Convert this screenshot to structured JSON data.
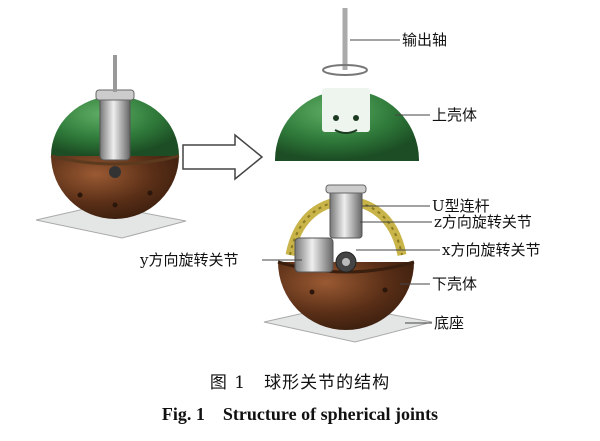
{
  "labels": {
    "output_shaft": "输出轴",
    "upper_shell": "上壳体",
    "u_link": "U型连杆",
    "z_joint": "z方向旋转关节",
    "x_joint": "x方向旋转关节",
    "y_joint": "y方向旋转关节",
    "lower_shell": "下壳体",
    "base": "底座"
  },
  "caption": {
    "cn": "图 1　球形关节的结构",
    "en": "Fig. 1　Structure of spherical joints"
  },
  "colors": {
    "green": "#2f7a3a",
    "brown": "#5a2f17",
    "gold": "#c9b44a",
    "base": "#e4e6e6"
  }
}
